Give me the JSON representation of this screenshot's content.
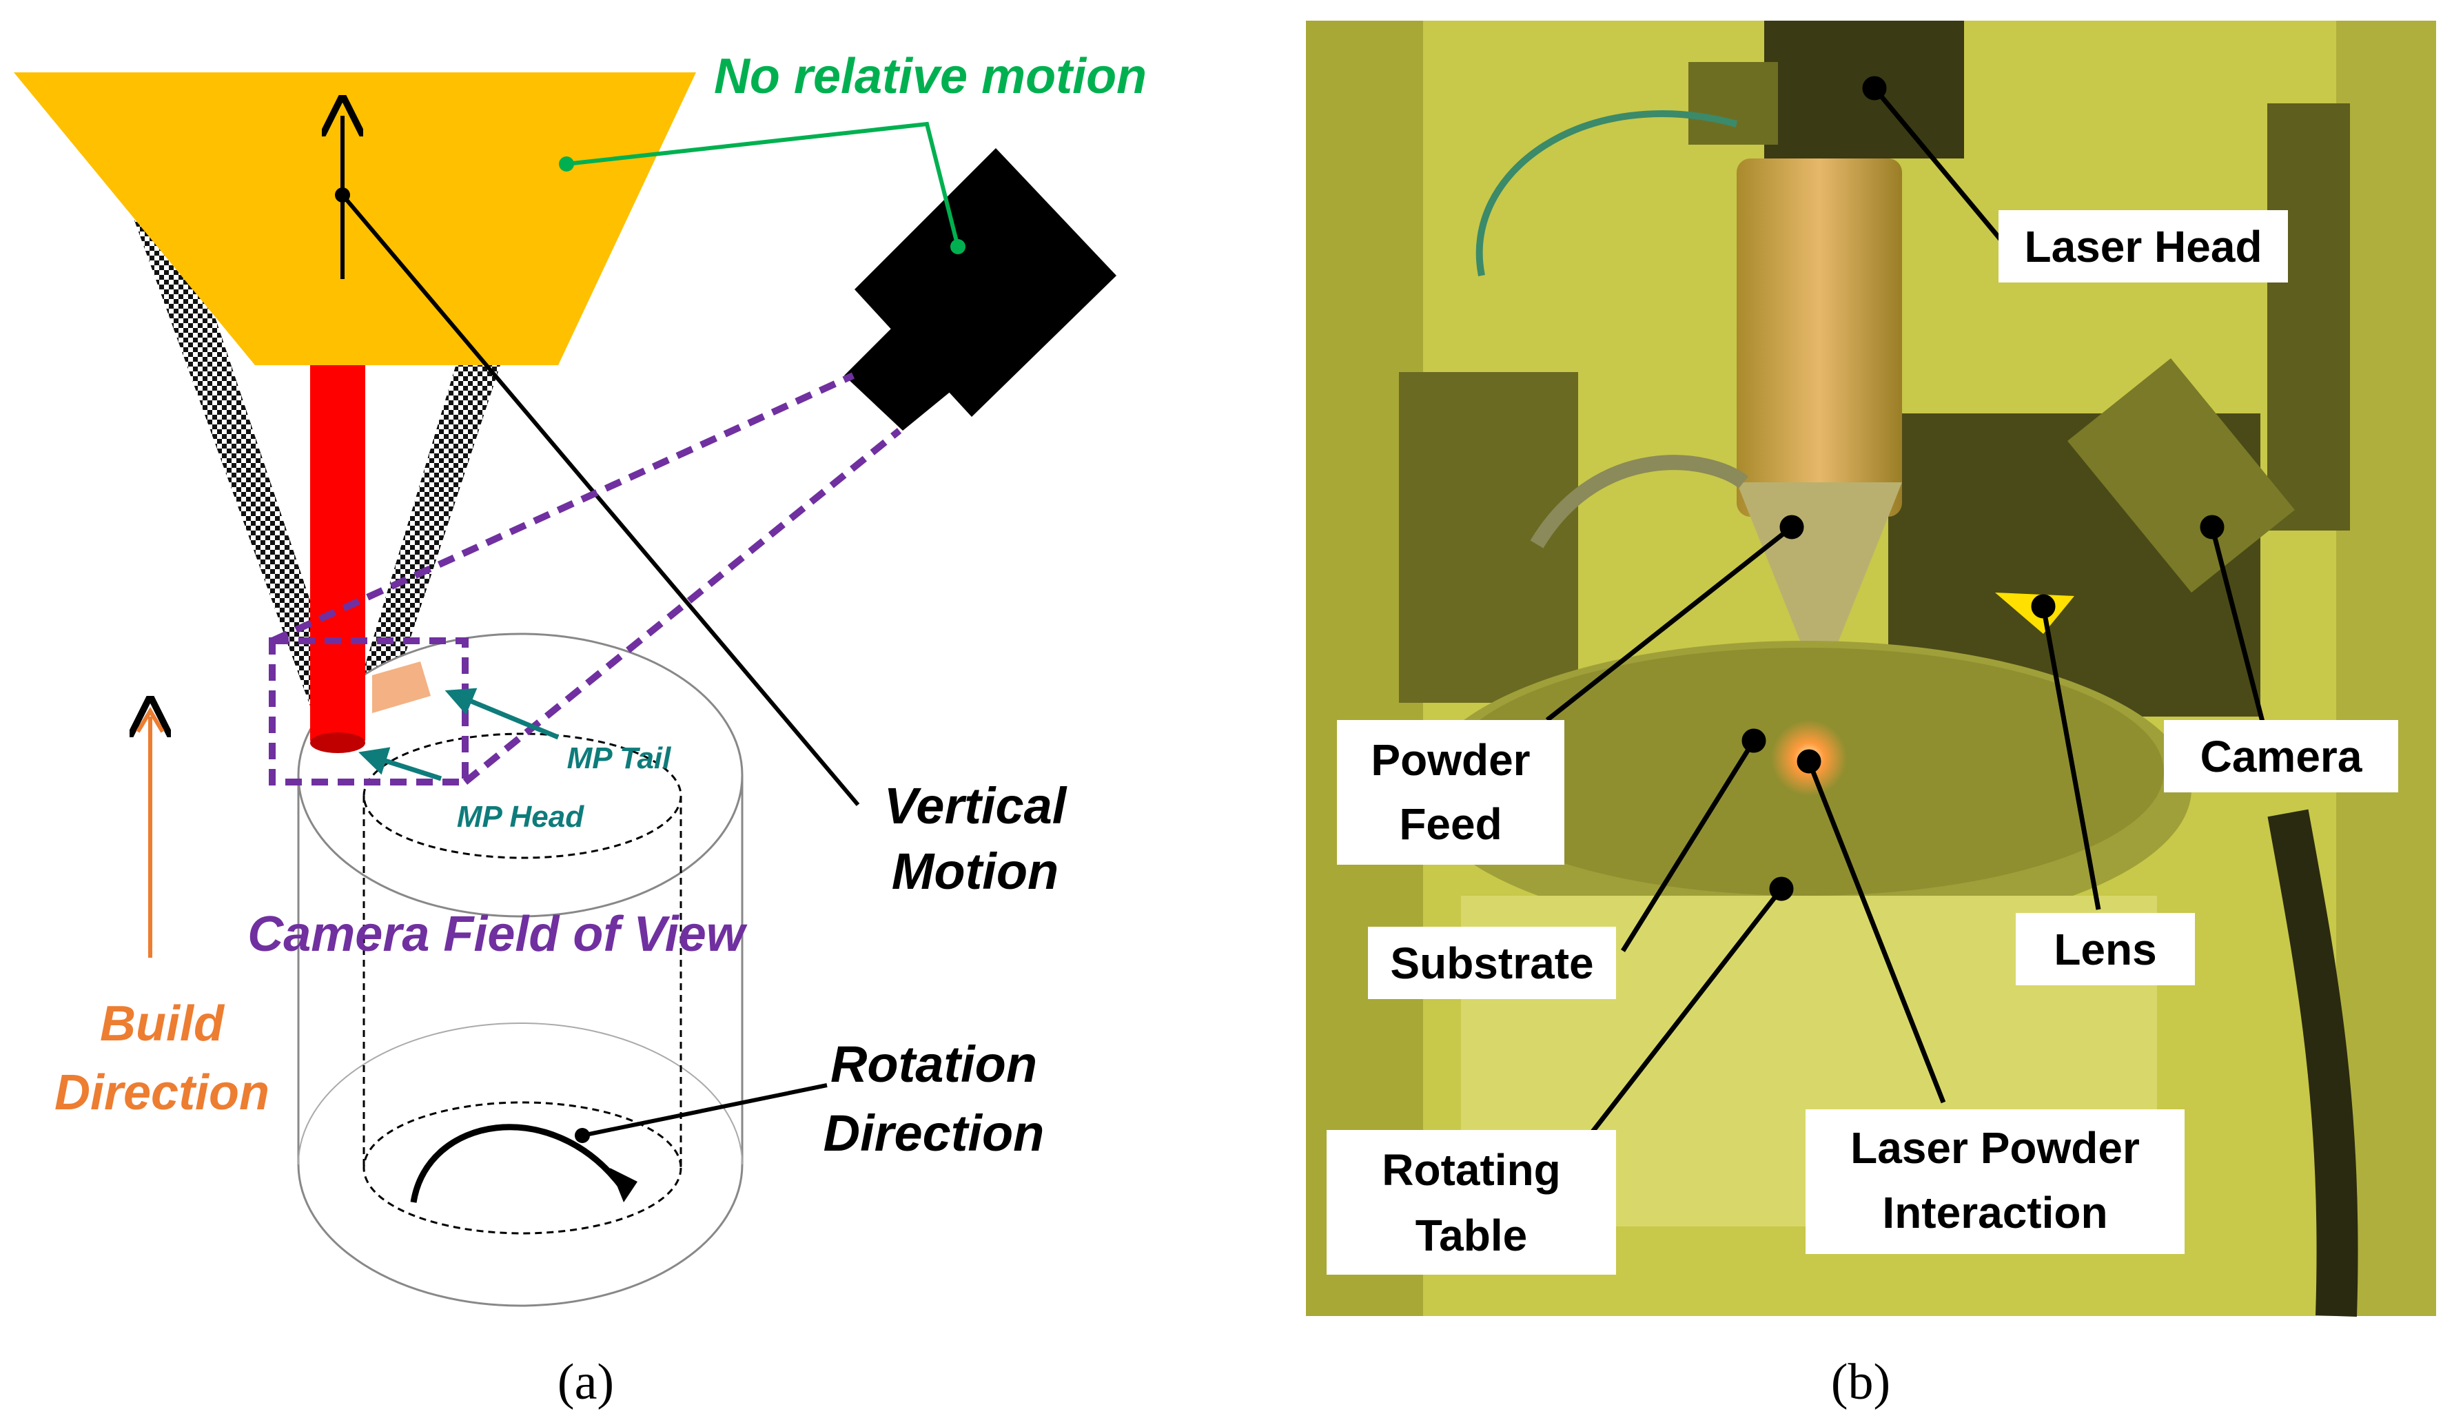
{
  "panel_a": {
    "caption": "(a)",
    "labels": {
      "no_relative_motion": "No relative motion",
      "vertical_motion_1": "Vertical",
      "vertical_motion_2": "Motion",
      "mp_tail": "MP Tail",
      "mp_head": "MP Head",
      "camera_fov": "Camera Field of View",
      "build_direction_1": "Build",
      "build_direction_2": "Direction",
      "rotation_direction_1": "Rotation",
      "rotation_direction_2": "Direction"
    }
  },
  "panel_b": {
    "caption": "(b)",
    "labels": {
      "laser_head": "Laser Head",
      "powder_feed_1": "Powder",
      "powder_feed_2": "Feed",
      "camera": "Camera",
      "substrate": "Substrate",
      "lens": "Lens",
      "rotating_table_1": "Rotating",
      "rotating_table_2": "Table",
      "laser_powder_1": "Laser Powder",
      "laser_powder_2": "Interaction"
    }
  },
  "colors": {
    "nozzle_gold": "#FFC000",
    "laser_red": "#FF0000",
    "fov_purple": "#7030A0",
    "relative_motion_green": "#00B050",
    "build_orange": "#ED7D31",
    "mp_teal": "#0E7C7B",
    "photo_yellow": "#C8C84A"
  }
}
